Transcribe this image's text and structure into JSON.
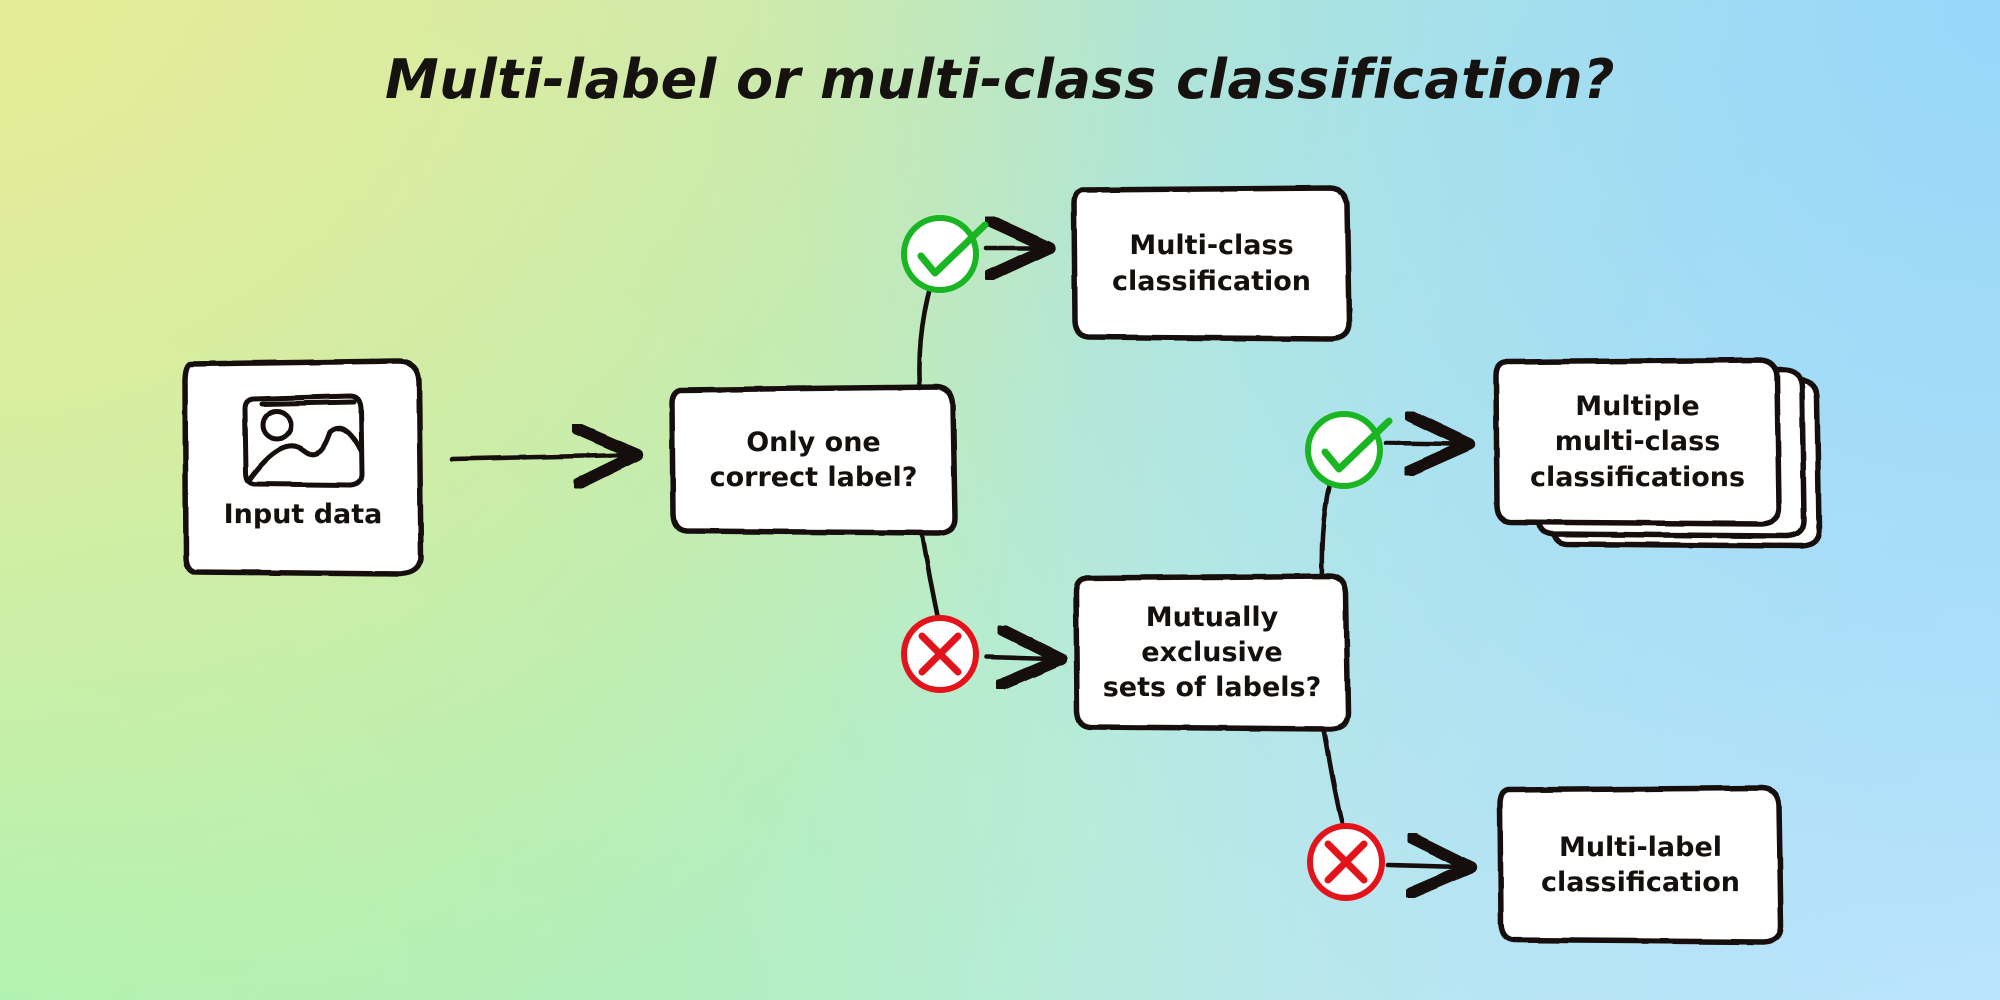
{
  "title": "Multi-label or multi-class classification?",
  "colors": {
    "ink": "#16120f",
    "card": "#ffffff",
    "check_green": "#19b522",
    "cross_red": "#e3131b",
    "bg_top_left": "#e2e9a8",
    "bg_top_right": "#a8ddf9",
    "bg_bottom_left": "#b6f3c0",
    "bg_bottom_right": "#c9eafb"
  },
  "nodes": {
    "input": {
      "label": "Input data",
      "icon": "image-icon"
    },
    "decision_one_label": {
      "line1": "Only one",
      "line2": "correct label?"
    },
    "multiclass": {
      "line1": "Multi-class",
      "line2": "classification"
    },
    "decision_exclusive": {
      "line1": "Mutually",
      "line2": "exclusive",
      "line3": "sets of labels?"
    },
    "multiple_multiclass": {
      "line1": "Multiple",
      "line2": "multi-class",
      "line3": "classifications"
    },
    "multilabel": {
      "line1": "Multi-label",
      "line2": "classification"
    }
  },
  "branches": [
    {
      "from": "decision_one_label",
      "marker": "check-icon",
      "to": "multiclass"
    },
    {
      "from": "decision_one_label",
      "marker": "cross-icon",
      "to": "decision_exclusive"
    },
    {
      "from": "decision_exclusive",
      "marker": "check-icon",
      "to": "multiple_multiclass"
    },
    {
      "from": "decision_exclusive",
      "marker": "cross-icon",
      "to": "multilabel"
    }
  ]
}
